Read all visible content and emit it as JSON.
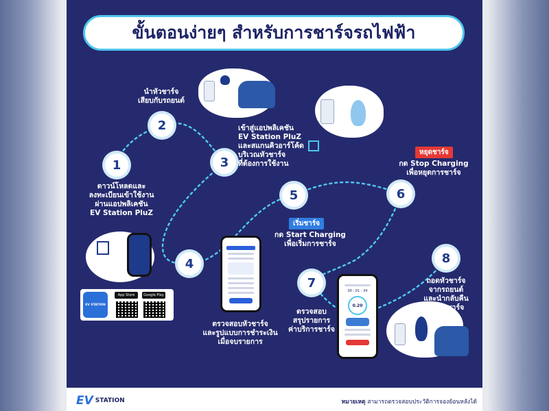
{
  "title": "ขั้นตอนง่ายๆ สำหรับการชาร์จรถไฟฟ้า",
  "steps": [
    {
      "num": "1",
      "lines": [
        "ดาวน์โหลดและ",
        "ลงทะเบียนเข้าใช้งาน",
        "ผ่านแอปพลิเคชัน",
        "EV Station PluZ"
      ]
    },
    {
      "num": "2",
      "lines": [
        "นำหัวชาร์จ",
        "เสียบกับรถยนต์"
      ]
    },
    {
      "num": "3",
      "lines": [
        "เข้าสู่แอปพลิเคชัน",
        "EV Station PluZ",
        "และสแกนคิวอาร์โค้ด",
        "บริเวณหัวชาร์จ",
        "ที่ต้องการใช้งาน"
      ]
    },
    {
      "num": "4",
      "lines": [
        "ตรวจสอบหัวชาร์จ",
        "และรูปแบบการชำระเงิน",
        "เมื่อจบรายการ"
      ]
    },
    {
      "num": "5",
      "badge": "เริ่มชาร์จ",
      "lines": [
        "กด Start Charging",
        "เพื่อเริ่มการชาร์จ"
      ]
    },
    {
      "num": "6",
      "badge": "หยุดชาร์จ",
      "lines": [
        "กด Stop Charging",
        "เพื่อหยุดการชาร์จ"
      ]
    },
    {
      "num": "7",
      "lines": [
        "ตรวจสอบ",
        "สรุปรายการ",
        "ค่าบริการชาร์จ"
      ]
    },
    {
      "num": "8",
      "lines": [
        "ถอดหัวชาร์จ",
        "จากรถยนต์",
        "และนำกลับคืน",
        "เครื่องชาร์จ"
      ]
    }
  ],
  "stores": {
    "app_store": "App Store",
    "google_play": "Google Play"
  },
  "app_badge": "EV STATION",
  "footer": {
    "logo_ev": "EV",
    "logo_station": "STATION",
    "note_label": "หมายเหตุ",
    "note_text": "สามารถตรวจสอบประวัติการจองย้อนหลังได้"
  },
  "phone7_readout": "0.20",
  "phone7_time": "00 : 01 : 34",
  "colors": {
    "background": "#252a6e",
    "accent": "#4fc6ee",
    "start_badge": "#2f7de1",
    "stop_badge": "#e53935"
  },
  "icons": [
    "qr-code-icon",
    "charger-icon",
    "car-icon",
    "phone-icon"
  ]
}
